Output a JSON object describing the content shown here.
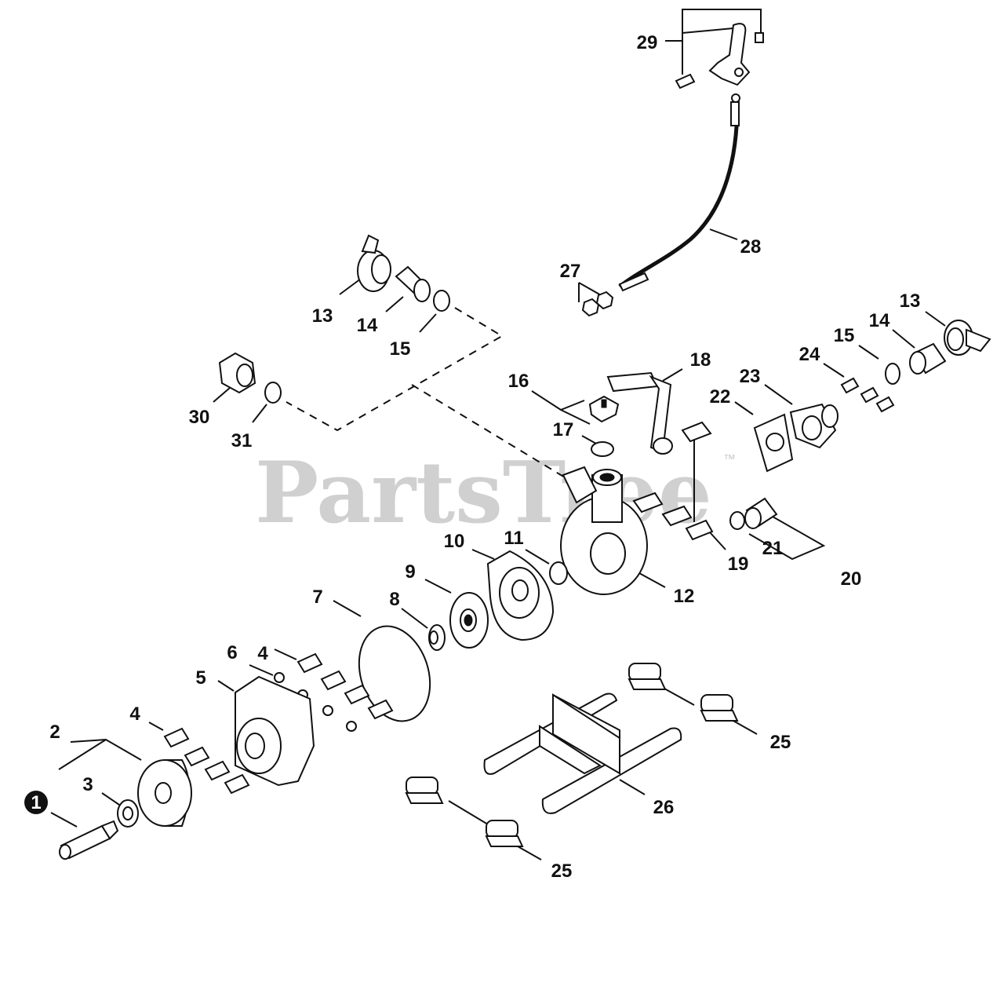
{
  "watermark": {
    "text": "PartsTree",
    "trademark": "™"
  },
  "callouts": [
    {
      "id": "c1",
      "text": "1"
    },
    {
      "id": "c2",
      "text": "2"
    },
    {
      "id": "c3",
      "text": "3"
    },
    {
      "id": "c4a",
      "text": "4"
    },
    {
      "id": "c4b",
      "text": "4"
    },
    {
      "id": "c5",
      "text": "5"
    },
    {
      "id": "c6",
      "text": "6"
    },
    {
      "id": "c7",
      "text": "7"
    },
    {
      "id": "c8",
      "text": "8"
    },
    {
      "id": "c9",
      "text": "9"
    },
    {
      "id": "c10",
      "text": "10"
    },
    {
      "id": "c11",
      "text": "11"
    },
    {
      "id": "c12",
      "text": "12"
    },
    {
      "id": "c13a",
      "text": "13"
    },
    {
      "id": "c13b",
      "text": "13"
    },
    {
      "id": "c14a",
      "text": "14"
    },
    {
      "id": "c14b",
      "text": "14"
    },
    {
      "id": "c15a",
      "text": "15"
    },
    {
      "id": "c15b",
      "text": "15"
    },
    {
      "id": "c16",
      "text": "16"
    },
    {
      "id": "c17",
      "text": "17"
    },
    {
      "id": "c18",
      "text": "18"
    },
    {
      "id": "c19",
      "text": "19"
    },
    {
      "id": "c20",
      "text": "20"
    },
    {
      "id": "c21",
      "text": "21"
    },
    {
      "id": "c22",
      "text": "22"
    },
    {
      "id": "c23",
      "text": "23"
    },
    {
      "id": "c24",
      "text": "24"
    },
    {
      "id": "c25a",
      "text": "25"
    },
    {
      "id": "c25b",
      "text": "25"
    },
    {
      "id": "c26",
      "text": "26"
    },
    {
      "id": "c27",
      "text": "27"
    },
    {
      "id": "c28",
      "text": "28"
    },
    {
      "id": "c29",
      "text": "29"
    },
    {
      "id": "c30",
      "text": "30"
    },
    {
      "id": "c31",
      "text": "31"
    }
  ]
}
